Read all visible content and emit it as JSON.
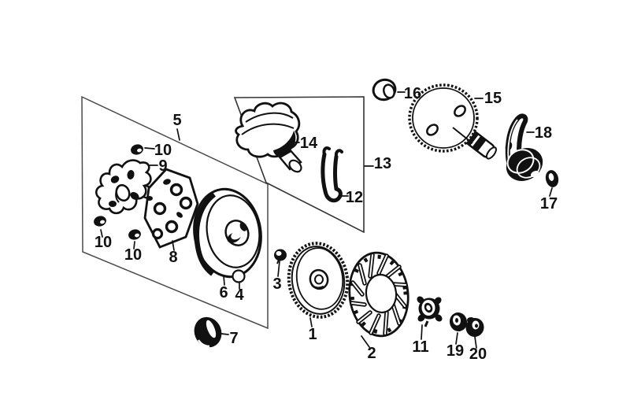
{
  "colors": {
    "background": "#ffffff",
    "ink": "#111111",
    "panel_line": "#4a4a4a"
  },
  "callouts": {
    "p1": "1",
    "p2": "2",
    "p3": "3",
    "p4": "4",
    "p5": "5",
    "p6": "6",
    "p7": "7",
    "p8": "8",
    "p9": "9",
    "p10a": "10",
    "p10b": "10",
    "p10c": "10",
    "p11": "11",
    "p12": "12",
    "p13": "13",
    "p14": "14",
    "p15": "15",
    "p16": "16",
    "p17": "17",
    "p18": "18",
    "p19": "19",
    "p20": "20"
  }
}
